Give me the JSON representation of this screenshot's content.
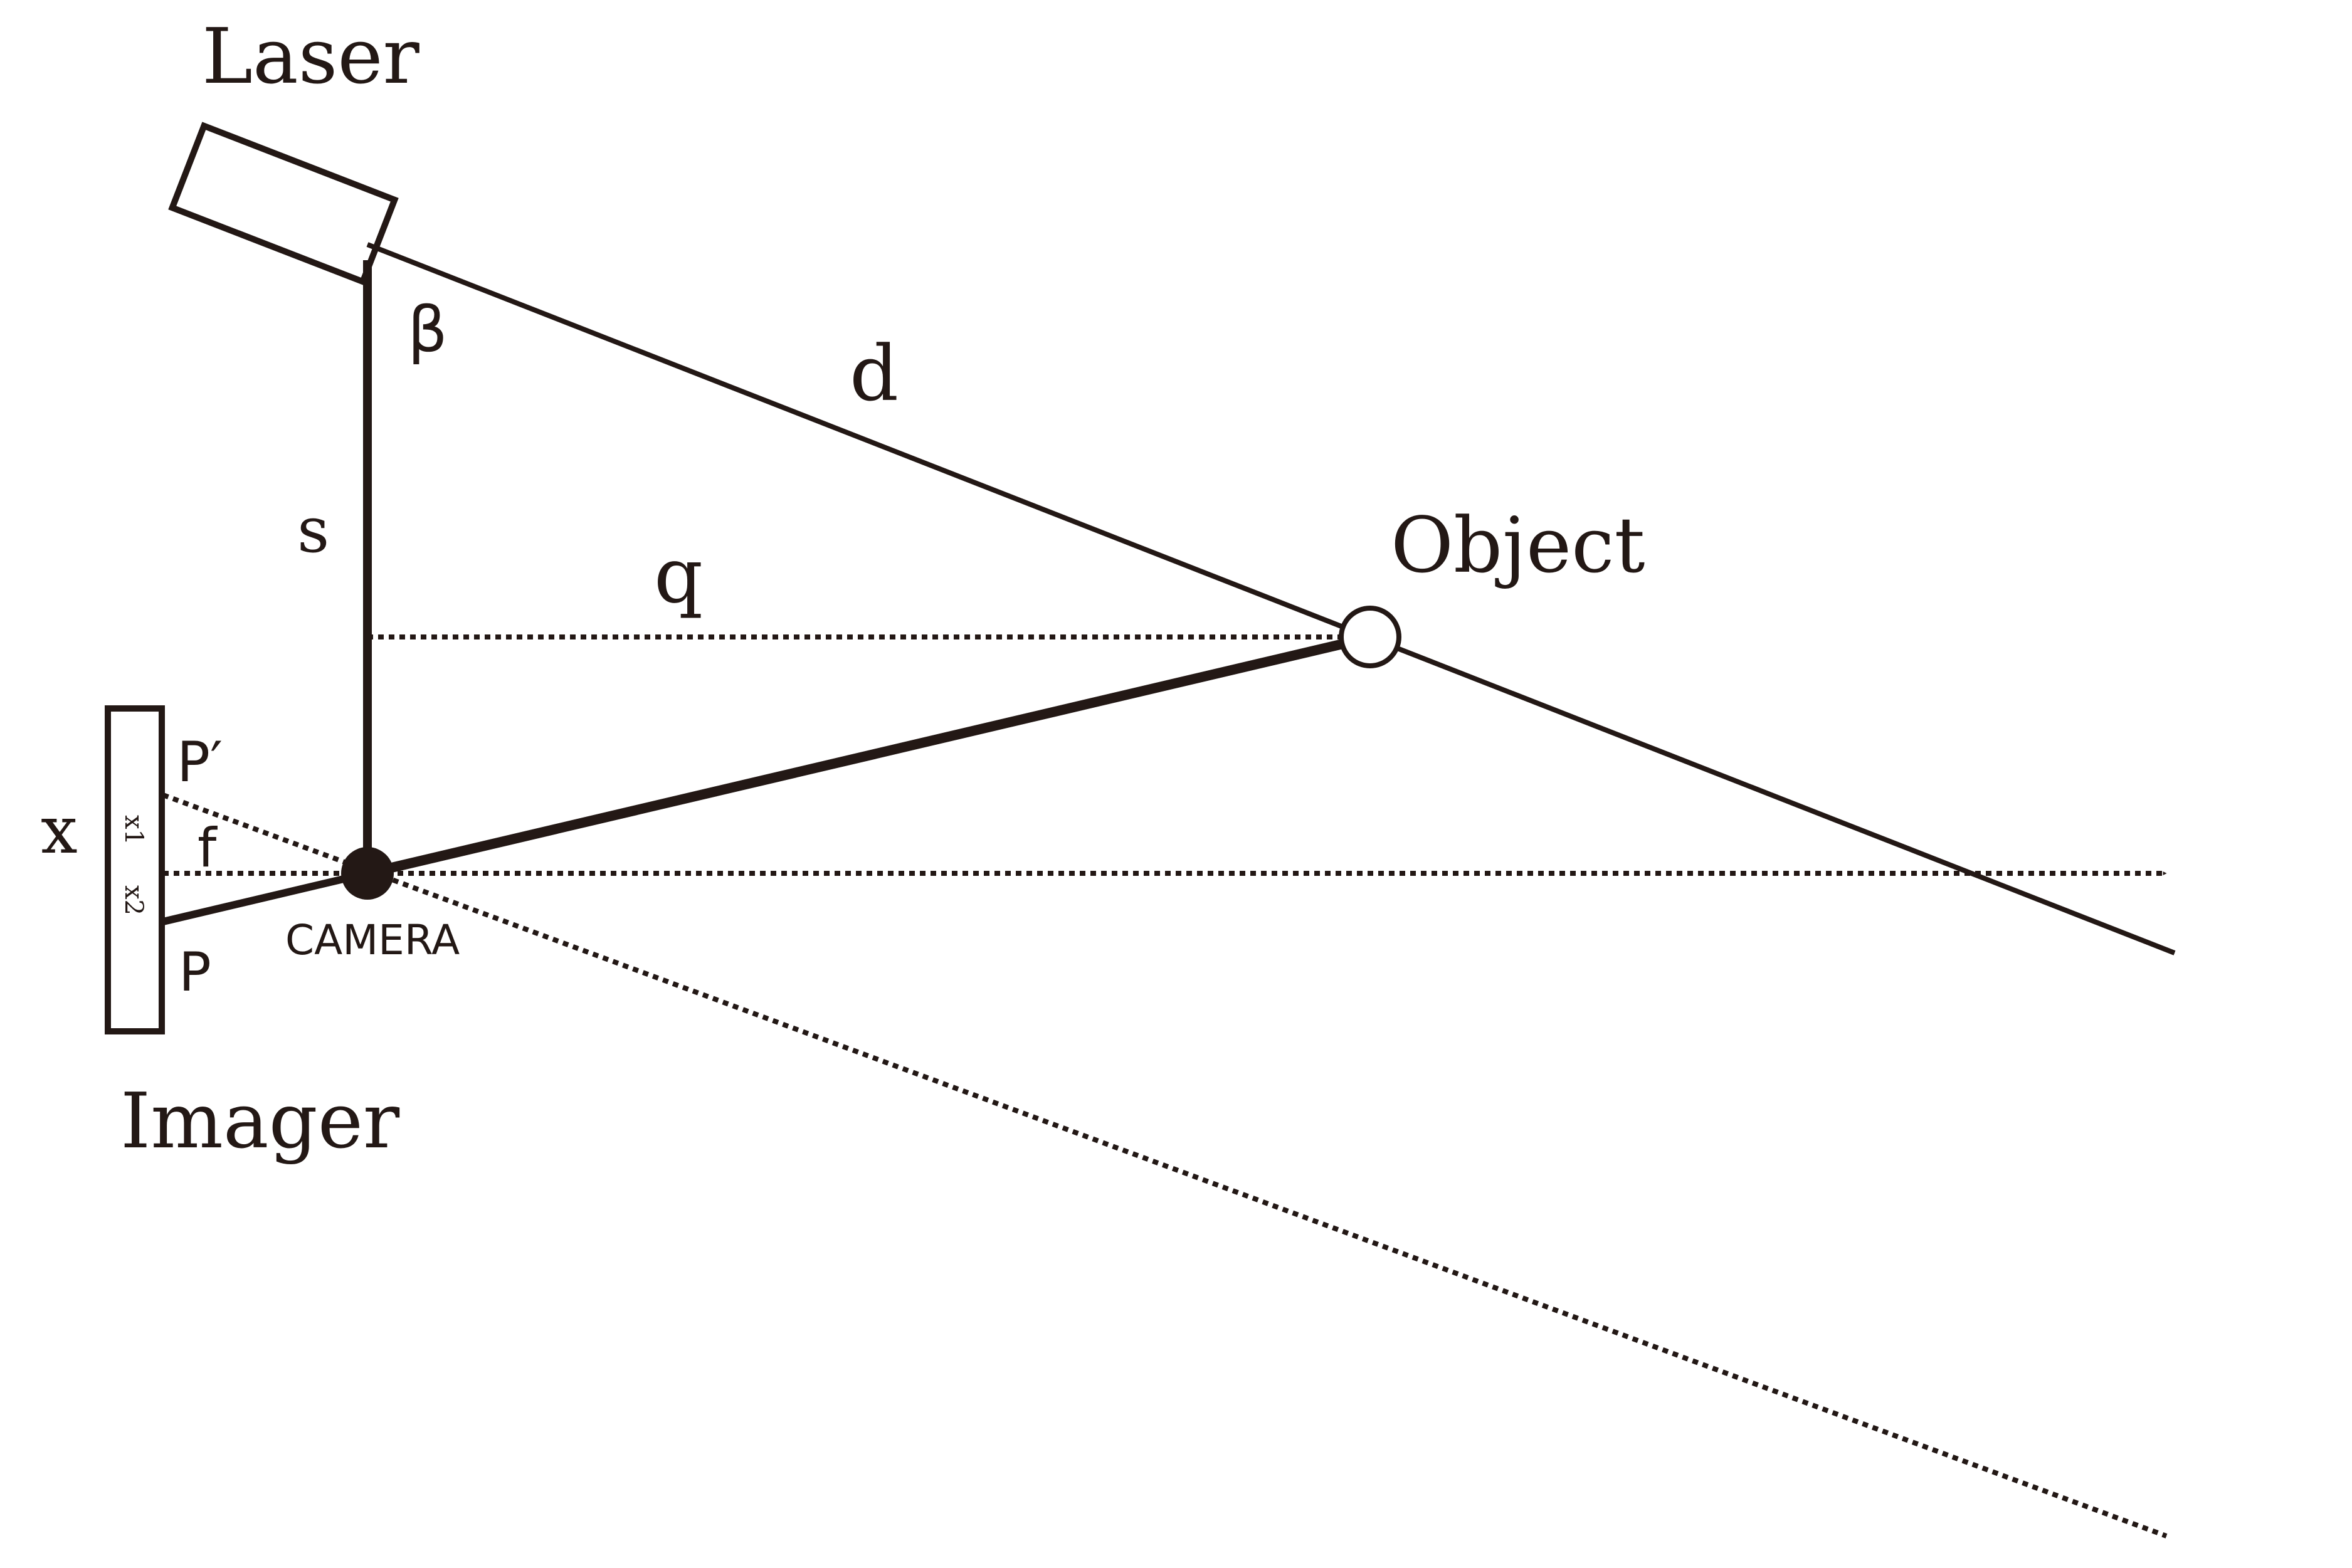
{
  "labels": {
    "laser": "Laser",
    "beta": "β",
    "d": "d",
    "s": "s",
    "q": "q",
    "object": "Object",
    "x": "x",
    "x1": "x1",
    "x2": "x2",
    "p_prime": "P′",
    "f": "f",
    "p": "P",
    "camera": "CAMERA",
    "imager": "Imager"
  },
  "colors": {
    "ink": "#231815",
    "background": "#ffffff"
  }
}
